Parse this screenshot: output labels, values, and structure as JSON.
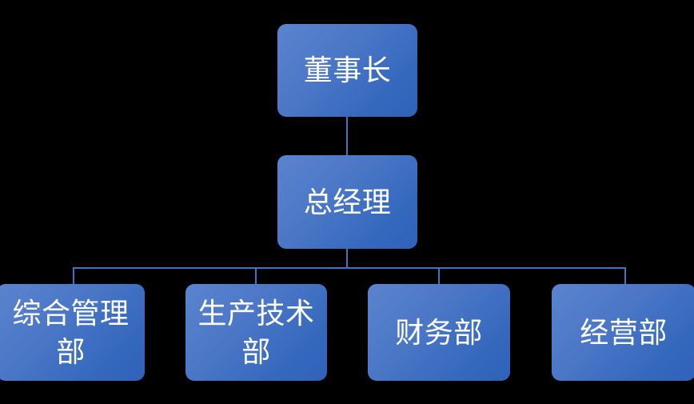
{
  "chart": {
    "type": "organization-chart",
    "background_color": "#000000",
    "node_fill_gradient": [
      "#5B84CE",
      "#2F62B8"
    ],
    "connector_color": "#4472C4",
    "text_color": "#FFFFFF",
    "levels": 3,
    "nodes": [
      {
        "id": "chairman",
        "label": "董事长",
        "level": 1,
        "parent": null
      },
      {
        "id": "general-manager",
        "label": "总经理",
        "level": 2,
        "parent": "chairman"
      },
      {
        "id": "admin-dept",
        "label": "综合管理部",
        "level": 3,
        "parent": "general-manager"
      },
      {
        "id": "production-dept",
        "label": "生产技术部",
        "level": 3,
        "parent": "general-manager"
      },
      {
        "id": "finance-dept",
        "label": "财务部",
        "level": 3,
        "parent": "general-manager"
      },
      {
        "id": "business-dept",
        "label": "经营部",
        "level": 3,
        "parent": "general-manager"
      }
    ]
  }
}
